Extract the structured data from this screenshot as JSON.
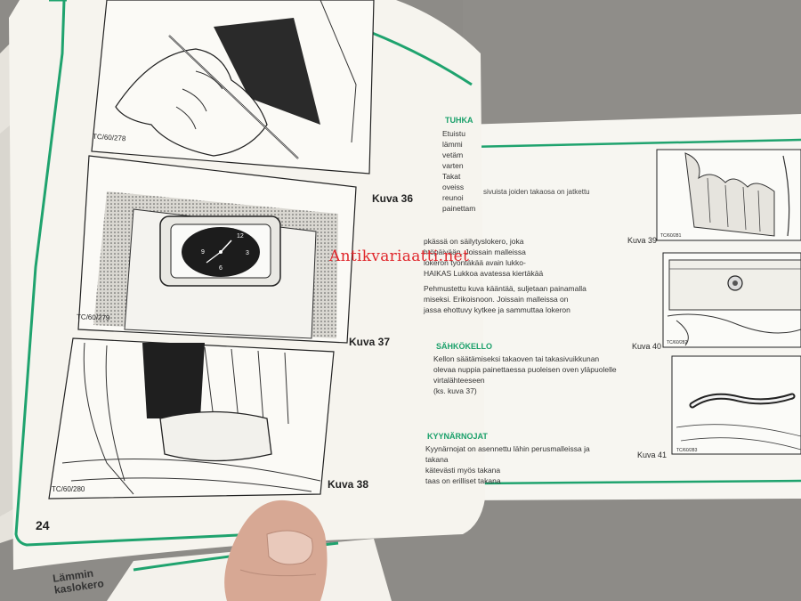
{
  "watermark": "Antikvariaatti.net",
  "left_page": {
    "page_number": "24",
    "figures": [
      {
        "caption": "Kuva 36",
        "ref": "TC/60/278",
        "icon": "hand-pulling-lever"
      },
      {
        "caption": "Kuva 37",
        "ref": "TC/60/279",
        "icon": "dashboard-clock-icon"
      },
      {
        "caption": "Kuva 38",
        "ref": "TC/60/280",
        "icon": "center-armrest"
      }
    ],
    "clock_numerals": [
      "12",
      "3",
      "6",
      "9"
    ],
    "sections": [
      {
        "heading": "",
        "text": "pkässä on säilytyslokero, joka\nhtöpäivään. Joissain malleissa\nlokeron työntäkää avain lukko-\nHAIKAS Lukkoa avatessa kiertäkää"
      },
      {
        "heading": "",
        "text": "Pehmustettu kuva kääntää, suljetaan painamalla\nmiseksi. Erikoisnoon. Joissain malleissa on\njassa ehottuvy kytkee ja sammuttaa lokeron"
      },
      {
        "heading": "SÄHKÖKELLO",
        "text": "Kellon säätämiseksi takaoven tai takasivuikkunan\nolevaa nuppia painettaessa puoleisen oven yläpuolelle\nvirtalähteeseen\n(ks. kuva 37)"
      },
      {
        "heading": "KYYNÄRNOJAT",
        "text": "Kyynärnojat on asennettu lähin perusmalleissa ja takana\nkätevästi myös takana\ntaas on erilliset takana"
      }
    ],
    "top_fragments": [
      "TUHKA",
      "Etuistu",
      "lämmi",
      "vetäm",
      "varten",
      "Takat",
      "oveiss",
      "reunoi",
      "painettam"
    ]
  },
  "right_page": {
    "figures": [
      {
        "caption": "Kuva 39",
        "ref": "TC/60/281",
        "icon": "curtain-pocket"
      },
      {
        "caption": "Kuva 40",
        "ref": "TC/60/282",
        "icon": "glovebox-lock"
      },
      {
        "caption": "Kuva 41",
        "ref": "TC/60/283",
        "icon": "grab-handle"
      }
    ],
    "partial_text": "sivuista joiden takaosa on jatkettu"
  },
  "bottom_page": {
    "text": "Lämmin\nkaslokero"
  },
  "colors": {
    "page_border": "#1fa36e",
    "watermark": "#e0262b",
    "background": "#8c8a86",
    "paper": "#f6f4ee"
  }
}
